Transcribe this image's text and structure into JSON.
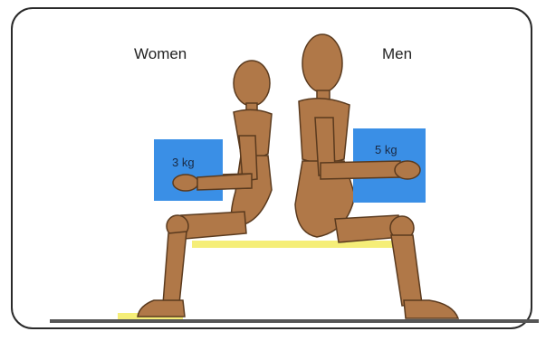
{
  "labels": {
    "women": "Women",
    "men": "Men"
  },
  "weights": {
    "women": "3 kg",
    "men": "5 kg"
  },
  "colors": {
    "wood": "#b07848",
    "wood_dark": "#5a3a1e",
    "box": "#3a8fe6",
    "bench": "#f5ee78",
    "floor": "#555555"
  }
}
